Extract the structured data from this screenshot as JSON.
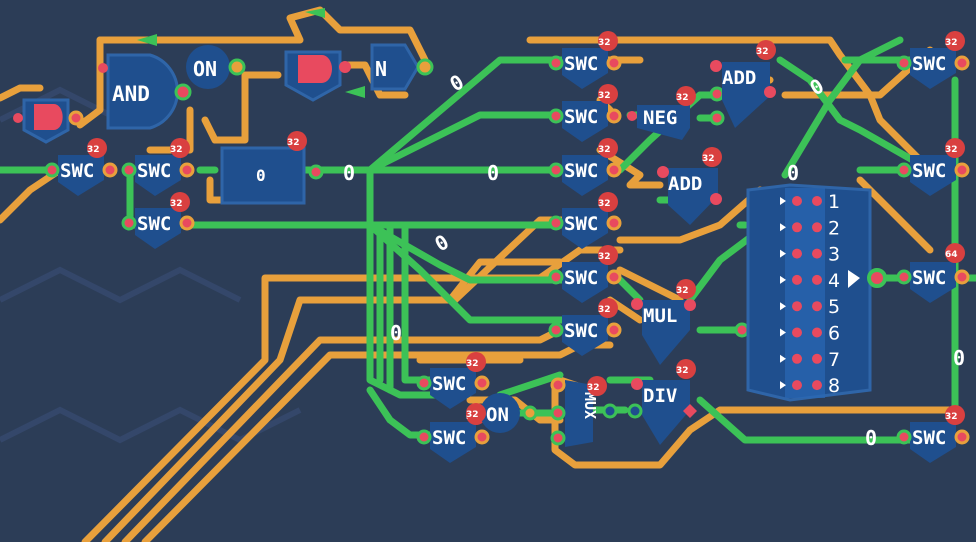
{
  "colors": {
    "background": "#2c3d57",
    "wire_green": "#3cc257",
    "wire_orange": "#e8a03c",
    "component": "#1f4f8e",
    "badge": "#d94040",
    "pin_red": "#e84a5f"
  },
  "gates": {
    "and": "AND",
    "on_top": "ON",
    "not": "N",
    "on_bottom": "ON",
    "mux": "MUX"
  },
  "const_box": {
    "value": "0"
  },
  "switches": {
    "label": "SWC",
    "badge": "32",
    "badge_wide": "64"
  },
  "ops": {
    "neg": "NEG",
    "add_top": "ADD",
    "add_mid": "ADD",
    "mul": "MUL",
    "div": "DIV"
  },
  "op_badge": "32",
  "demux": {
    "outputs": [
      "1",
      "2",
      "3",
      "4",
      "5",
      "6",
      "7",
      "8"
    ]
  },
  "wire_values": {
    "zero": "0"
  }
}
